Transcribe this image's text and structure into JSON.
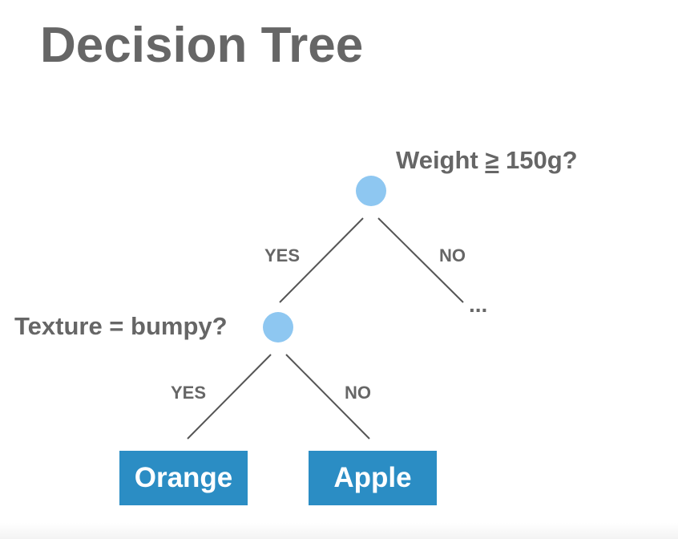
{
  "slide": {
    "title": "Decision Tree"
  },
  "tree": {
    "root": {
      "question_prefix": "Weight ",
      "question_operator": "≥",
      "question_suffix": " 150g?",
      "yes_label": "YES",
      "no_label": "NO",
      "no_branch_continuation": "..."
    },
    "child": {
      "question": "Texture = bumpy?",
      "yes_label": "YES",
      "no_label": "NO"
    },
    "leaves": {
      "yes": "Orange",
      "no": "Apple"
    }
  },
  "colors": {
    "node_fill": "#8ec7f1",
    "leaf_fill": "#2b8dc4",
    "text": "#666666",
    "edge": "#555555"
  }
}
